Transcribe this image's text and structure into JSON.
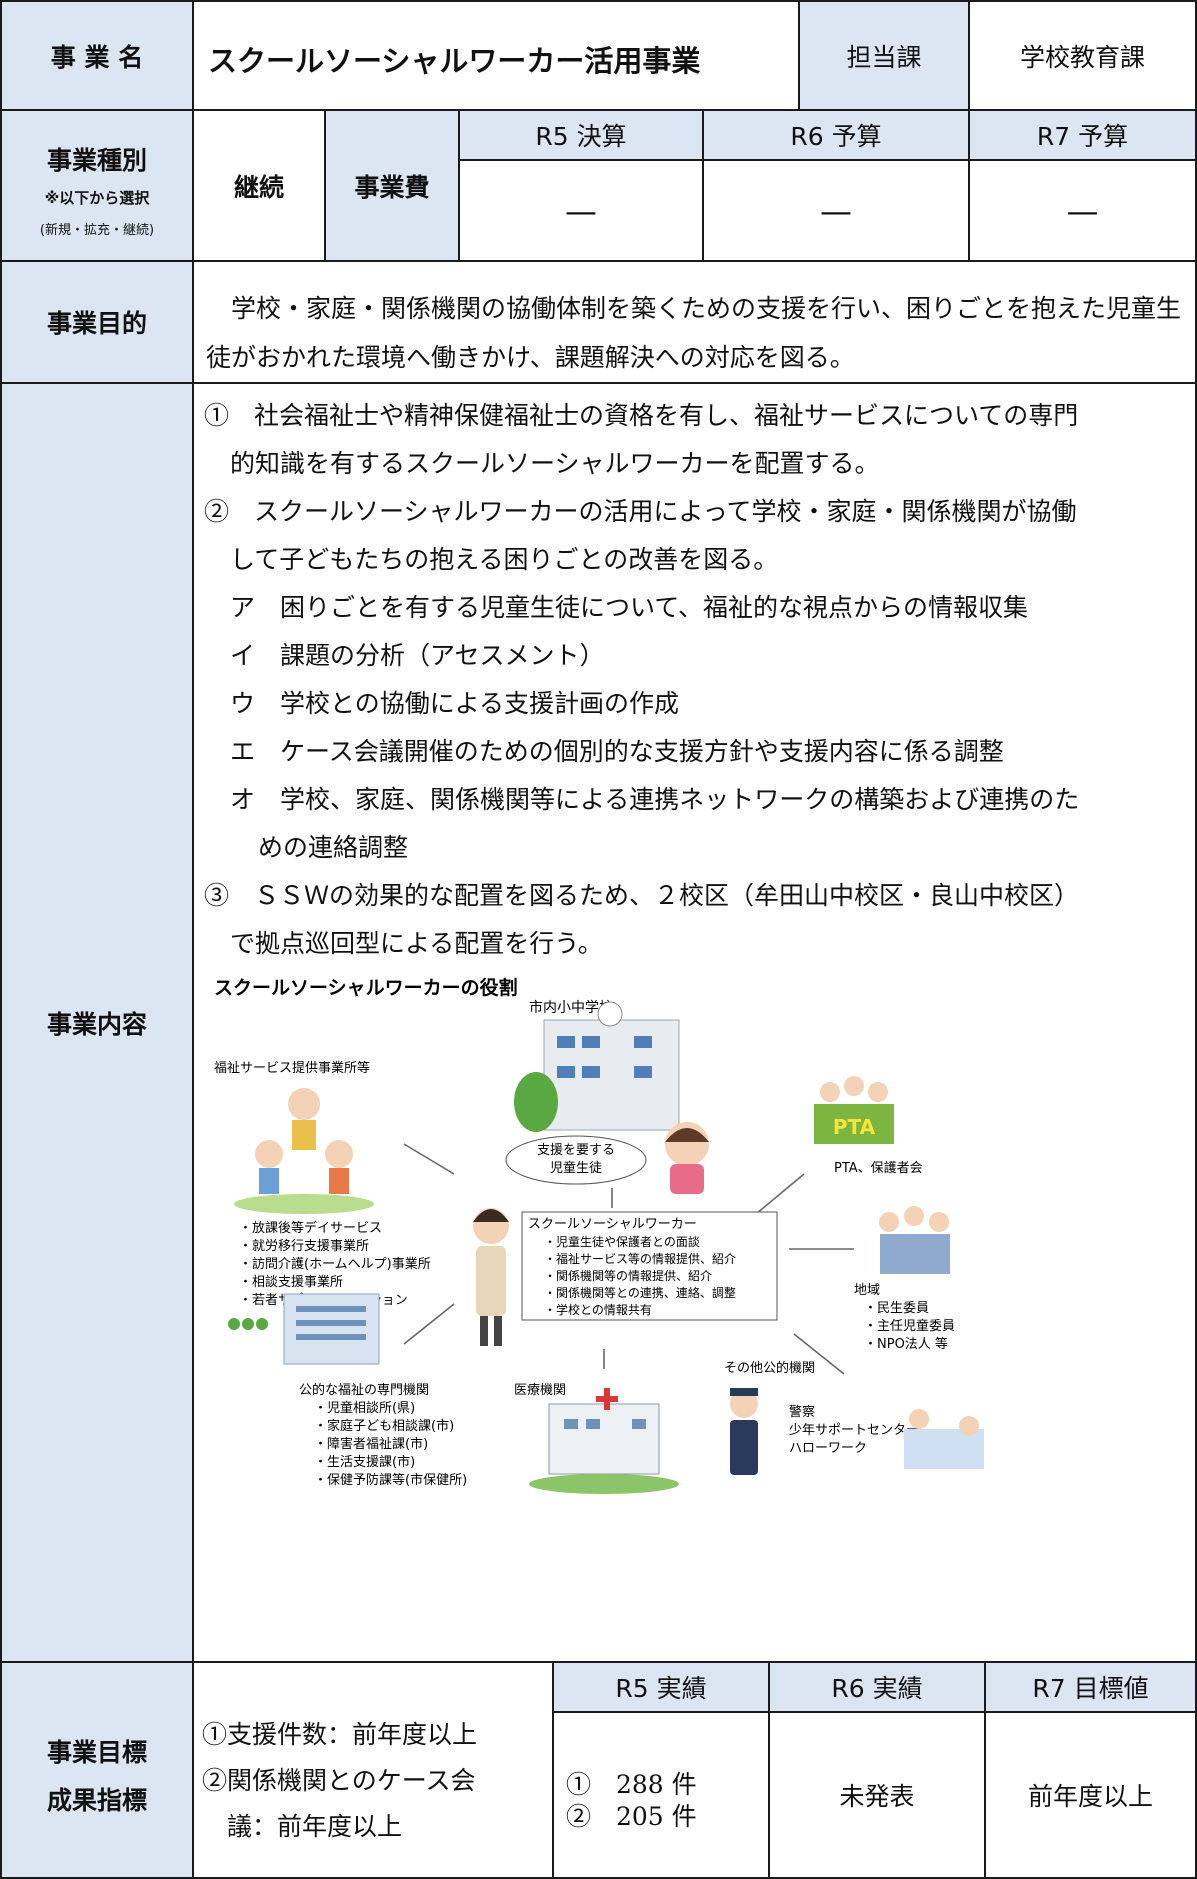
{
  "header": {
    "label_name": "事 業 名",
    "name": "スクールソーシャルワーカー活用事業",
    "label_dept": "担当課",
    "dept": "学校教育課"
  },
  "type_row": {
    "label": "事業種別",
    "note1": "※以下から選択",
    "note2": "(新規・拡充・継続)",
    "value": "継続",
    "cost_label": "事業費",
    "col1": "R5 決算",
    "col2": "R6 予算",
    "col3": "R7 予算",
    "val1": "—",
    "val2": "—",
    "val3": "—"
  },
  "purpose": {
    "label": "事業目的",
    "text": "　学校・家庭・関係機関の協働体制を築くための支援を行い、困りごとを抱えた児童生徒がおかれた環境へ働きかけ、課題解決への対応を図る。"
  },
  "content": {
    "label": "事業内容",
    "lines": [
      "①　社会福祉士や精神保健福祉士の資格を有し、福祉サービスについての専門",
      "的知識を有するスクールソーシャルワーカーを配置する。",
      "②　スクールソーシャルワーカーの活用によって学校・家庭・関係機関が協働",
      "して子どもたちの抱える困りごとの改善を図る。",
      "ア　困りごとを有する児童生徒について、福祉的な視点からの情報収集",
      "イ　課題の分析（アセスメント）",
      "ウ　学校との協働による支援計画の作成",
      "エ　ケース会議開催のための個別的な支援方針や支援内容に係る調整",
      "オ　学校、家庭、関係機関等による連携ネットワークの構築および連携のた",
      "めの連絡調整",
      "③　ＳＳＷの効果的な配置を図るため、２校区（牟田山中校区・良山中校区）",
      "で拠点巡回型による配置を行う。"
    ]
  },
  "diagram": {
    "title": "スクールソーシャルワーカーの役割",
    "school": "市内小中学校",
    "child1": "支援を要する",
    "child2": "児童生徒",
    "welfare_title": "福祉サービス提供事業所等",
    "welfare_items": [
      "・放課後等デイサービス",
      "・就労移行支援事業所",
      "・訪問介護(ホームヘルプ)事業所",
      "・相談支援事業所",
      "・若者サポートステーション"
    ],
    "pta_sign": "PTA",
    "pta_label": "PTA、保護者会",
    "ssw_title": "スクールソーシャルワーカー",
    "ssw_items": [
      "・児童生徒や保護者との面談",
      "・福祉サービス等の情報提供、紹介",
      "・関係機関等の情報提供、紹介",
      "・関係機関等との連携、連絡、調整",
      "・学校との情報共有"
    ],
    "region_title": "地域",
    "region_items": [
      "・民生委員",
      "・主任児童委員",
      "・NPO法人 等"
    ],
    "public_title": "公的な福祉の専門機関",
    "public_items": [
      "・児童相談所(県)",
      "・家庭子ども相談課(市)",
      "・障害者福祉課(市)",
      "・生活支援課(市)",
      "・保健予防課等(市保健所)"
    ],
    "medical": "医療機関",
    "other_public": "その他公的機関",
    "police_items": [
      "警察",
      "少年サポートセンター",
      "ハローワーク"
    ]
  },
  "goal": {
    "label1": "事業目標",
    "label2": "成果指標",
    "lines": [
      "①支援件数：前年度以上",
      "②関係機関とのケース会",
      "　議：前年度以上"
    ],
    "col1": "R5 実績",
    "col2": "R6 実績",
    "col3": "R7 目標値",
    "r5_line1": "①　288 件",
    "r5_line2": "②　205 件",
    "r6": "未発表",
    "r7": "前年度以上"
  },
  "colors": {
    "header_bg": "#dce6f2",
    "border": "#1a1a1a"
  }
}
